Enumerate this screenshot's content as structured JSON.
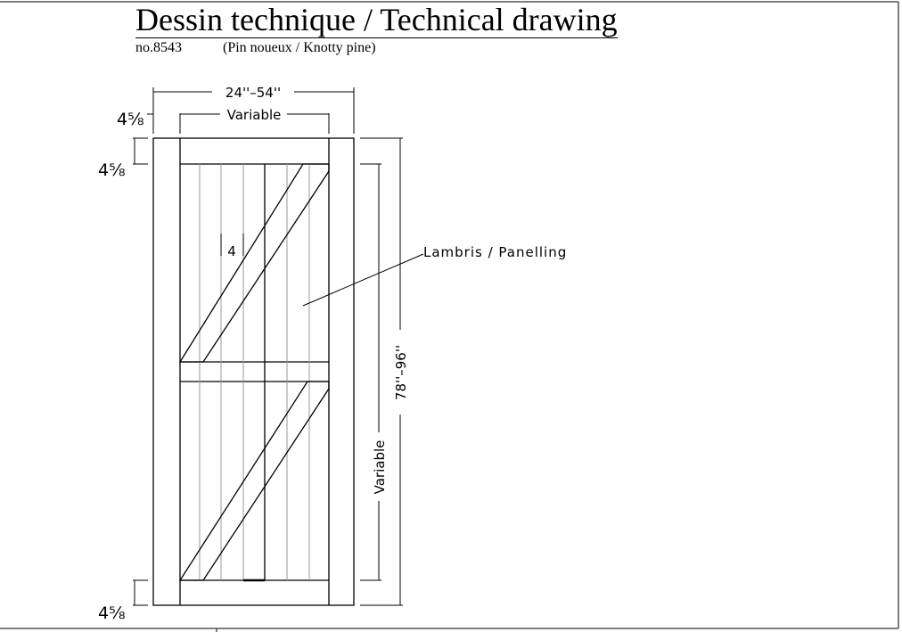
{
  "document": {
    "title": "Dessin technique / Technical drawing",
    "number": "no.8543",
    "material": "(Pin noueux / Knotty pine)"
  },
  "drawing": {
    "overall_width": "24''–54''",
    "inner_width": "Variable",
    "overall_height": "78''–96''",
    "inner_height": "Variable",
    "stile_width": "4⅝",
    "top_rail_height": "4⅝",
    "bottom_rail_height": "4⅝",
    "plank_width": "4",
    "panelling_label": "Lambris / Panelling"
  }
}
